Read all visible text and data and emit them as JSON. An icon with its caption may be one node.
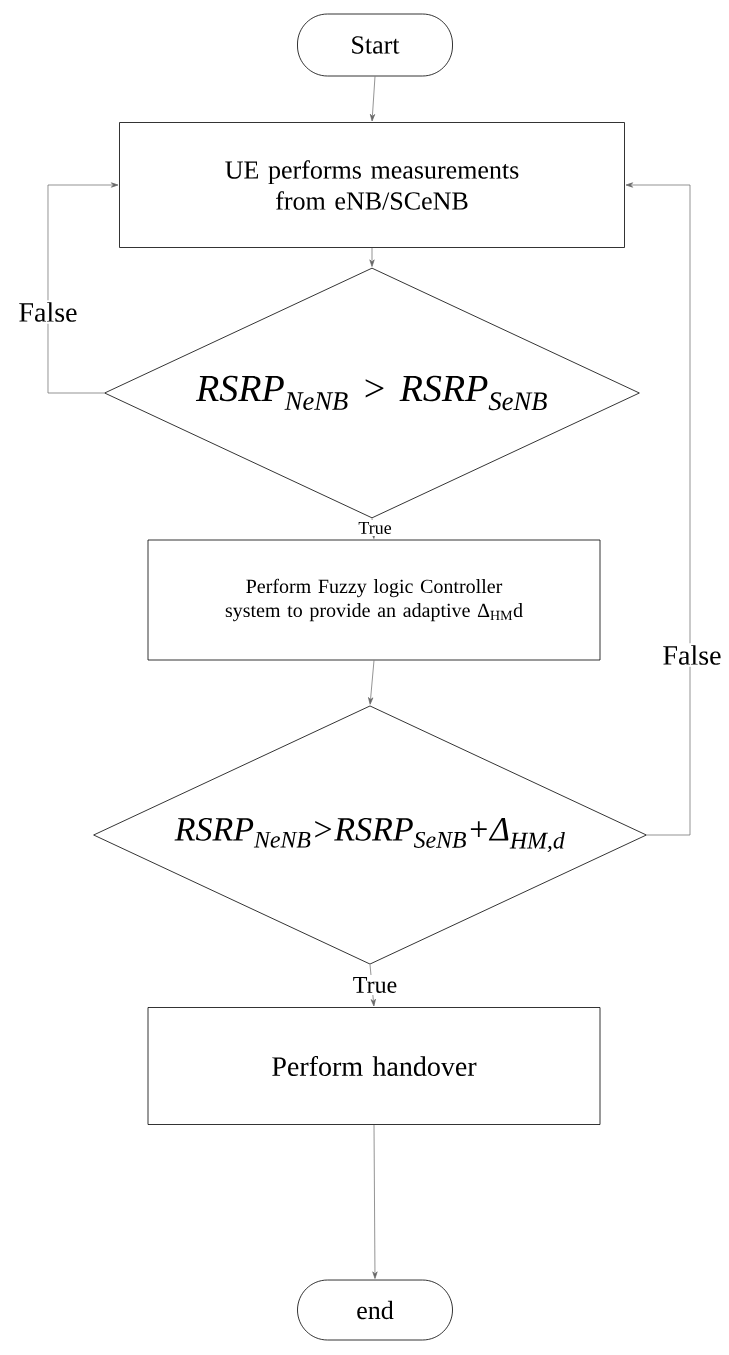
{
  "diagram": {
    "nodes": [
      {
        "text": [
          "Start"
        ]
      },
      {
        "text": [
          "UE performs measurements from eNB/SCeNB"
        ]
      },
      {
        "text": [
          "RSRP$_{NeNB}$ > RSRP$_{SeNB}$"
        ]
      },
      {
        "text": [
          "Perform Fuzzy logic Controller system to provide an adaptive Δ$_{HM}$d"
        ]
      },
      {
        "text": [
          "RSRP$_{NeNB}$>RSRP$_{SeNB}$+Δ$_{HM,d}$"
        ]
      },
      {
        "text": [
          "Perform handover"
        ]
      },
      {
        "text": [
          "end"
        ]
      }
    ],
    "edges": [
      {
        "from": 0,
        "to": 1,
        "arrow": "to"
      },
      {
        "from": 1,
        "to": 2,
        "arrow": "to"
      },
      {
        "from": 2,
        "to": 3,
        "arrow": "to",
        "label": "True"
      },
      {
        "from": 3,
        "to": 4,
        "arrow": "to"
      },
      {
        "from": 4,
        "to": 5,
        "arrow": "to",
        "label": "True"
      },
      {
        "from": 5,
        "to": 6,
        "arrow": "to"
      },
      {
        "from": 2,
        "to": 1,
        "arrow": "to",
        "label": "False"
      },
      {
        "from": 4,
        "to": 1,
        "arrow": "to",
        "label": "False"
      }
    ]
  }
}
